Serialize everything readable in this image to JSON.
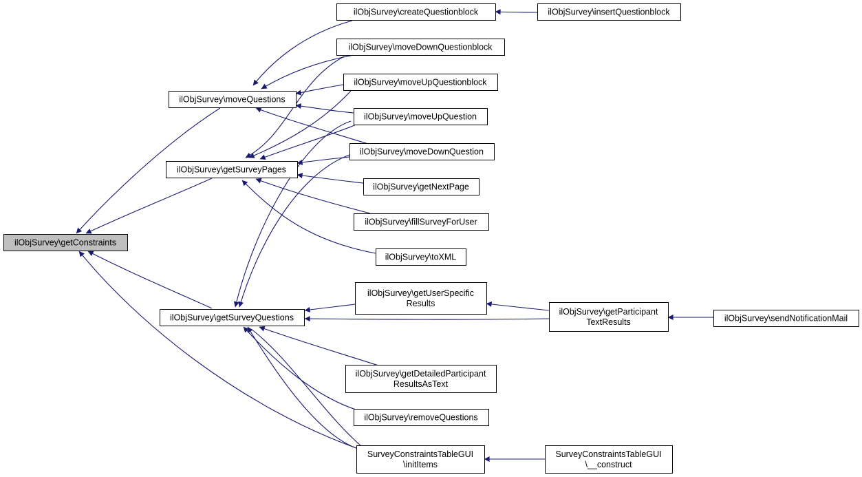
{
  "graph": {
    "edge_color": "#191970",
    "root_fill": "#bfbfbf",
    "node_fill": "#ffffff",
    "nodes": [
      {
        "id": "getConstraints",
        "lines": [
          "ilObjSurvey\\getConstraints"
        ],
        "root": true
      },
      {
        "id": "moveQuestions",
        "lines": [
          "ilObjSurvey\\moveQuestions"
        ]
      },
      {
        "id": "getSurveyPages",
        "lines": [
          "ilObjSurvey\\getSurveyPages"
        ]
      },
      {
        "id": "getSurveyQuestions",
        "lines": [
          "ilObjSurvey\\getSurveyQuestions"
        ]
      },
      {
        "id": "createQuestionblock",
        "lines": [
          "ilObjSurvey\\createQuestionblock"
        ]
      },
      {
        "id": "insertQuestionblock",
        "lines": [
          "ilObjSurvey\\insertQuestionblock"
        ]
      },
      {
        "id": "moveDownQuestionblock",
        "lines": [
          "ilObjSurvey\\moveDownQuestionblock"
        ]
      },
      {
        "id": "moveUpQuestionblock",
        "lines": [
          "ilObjSurvey\\moveUpQuestionblock"
        ]
      },
      {
        "id": "moveUpQuestion",
        "lines": [
          "ilObjSurvey\\moveUpQuestion"
        ]
      },
      {
        "id": "moveDownQuestion",
        "lines": [
          "ilObjSurvey\\moveDownQuestion"
        ]
      },
      {
        "id": "getNextPage",
        "lines": [
          "ilObjSurvey\\getNextPage"
        ]
      },
      {
        "id": "fillSurveyForUser",
        "lines": [
          "ilObjSurvey\\fillSurveyForUser"
        ]
      },
      {
        "id": "toXML",
        "lines": [
          "ilObjSurvey\\toXML"
        ]
      },
      {
        "id": "getUserSpecificResults",
        "lines": [
          "ilObjSurvey\\getUserSpecific",
          "Results"
        ]
      },
      {
        "id": "getParticipantTextResults",
        "lines": [
          "ilObjSurvey\\getParticipant",
          "TextResults"
        ]
      },
      {
        "id": "sendNotificationMail",
        "lines": [
          "ilObjSurvey\\sendNotificationMail"
        ]
      },
      {
        "id": "getDetailedParticipantResultsAsText",
        "lines": [
          "ilObjSurvey\\getDetailedParticipant",
          "ResultsAsText"
        ]
      },
      {
        "id": "removeQuestions",
        "lines": [
          "ilObjSurvey\\removeQuestions"
        ]
      },
      {
        "id": "initItems",
        "lines": [
          "SurveyConstraintsTableGUI",
          "\\initItems"
        ]
      },
      {
        "id": "construct",
        "lines": [
          "SurveyConstraintsTableGUI",
          "\\__construct"
        ]
      }
    ],
    "edges": [
      {
        "from": "moveQuestions",
        "to": "getConstraints"
      },
      {
        "from": "getSurveyPages",
        "to": "getConstraints"
      },
      {
        "from": "getSurveyQuestions",
        "to": "getConstraints"
      },
      {
        "from": "initItems",
        "to": "getConstraints"
      },
      {
        "from": "createQuestionblock",
        "to": "moveQuestions"
      },
      {
        "from": "moveDownQuestionblock",
        "to": "moveQuestions"
      },
      {
        "from": "moveUpQuestionblock",
        "to": "moveQuestions"
      },
      {
        "from": "moveUpQuestion",
        "to": "moveQuestions"
      },
      {
        "from": "moveDownQuestion",
        "to": "moveQuestions"
      },
      {
        "from": "moveDownQuestionblock",
        "to": "getSurveyPages"
      },
      {
        "from": "moveUpQuestionblock",
        "to": "getSurveyPages"
      },
      {
        "from": "moveUpQuestion",
        "to": "getSurveyPages"
      },
      {
        "from": "moveDownQuestion",
        "to": "getSurveyPages"
      },
      {
        "from": "getNextPage",
        "to": "getSurveyPages"
      },
      {
        "from": "fillSurveyForUser",
        "to": "getSurveyPages"
      },
      {
        "from": "toXML",
        "to": "getSurveyPages"
      },
      {
        "from": "moveUpQuestion",
        "to": "getSurveyQuestions"
      },
      {
        "from": "moveDownQuestion",
        "to": "getSurveyQuestions"
      },
      {
        "from": "getUserSpecificResults",
        "to": "getSurveyQuestions"
      },
      {
        "from": "getParticipantTextResults",
        "to": "getSurveyQuestions"
      },
      {
        "from": "getDetailedParticipantResultsAsText",
        "to": "getSurveyQuestions"
      },
      {
        "from": "removeQuestions",
        "to": "getSurveyQuestions"
      },
      {
        "from": "initItems",
        "to": "getSurveyQuestions"
      },
      {
        "from": "insertQuestionblock",
        "to": "createQuestionblock"
      },
      {
        "from": "getParticipantTextResults",
        "to": "getUserSpecificResults"
      },
      {
        "from": "sendNotificationMail",
        "to": "getParticipantTextResults"
      },
      {
        "from": "construct",
        "to": "initItems"
      }
    ]
  }
}
